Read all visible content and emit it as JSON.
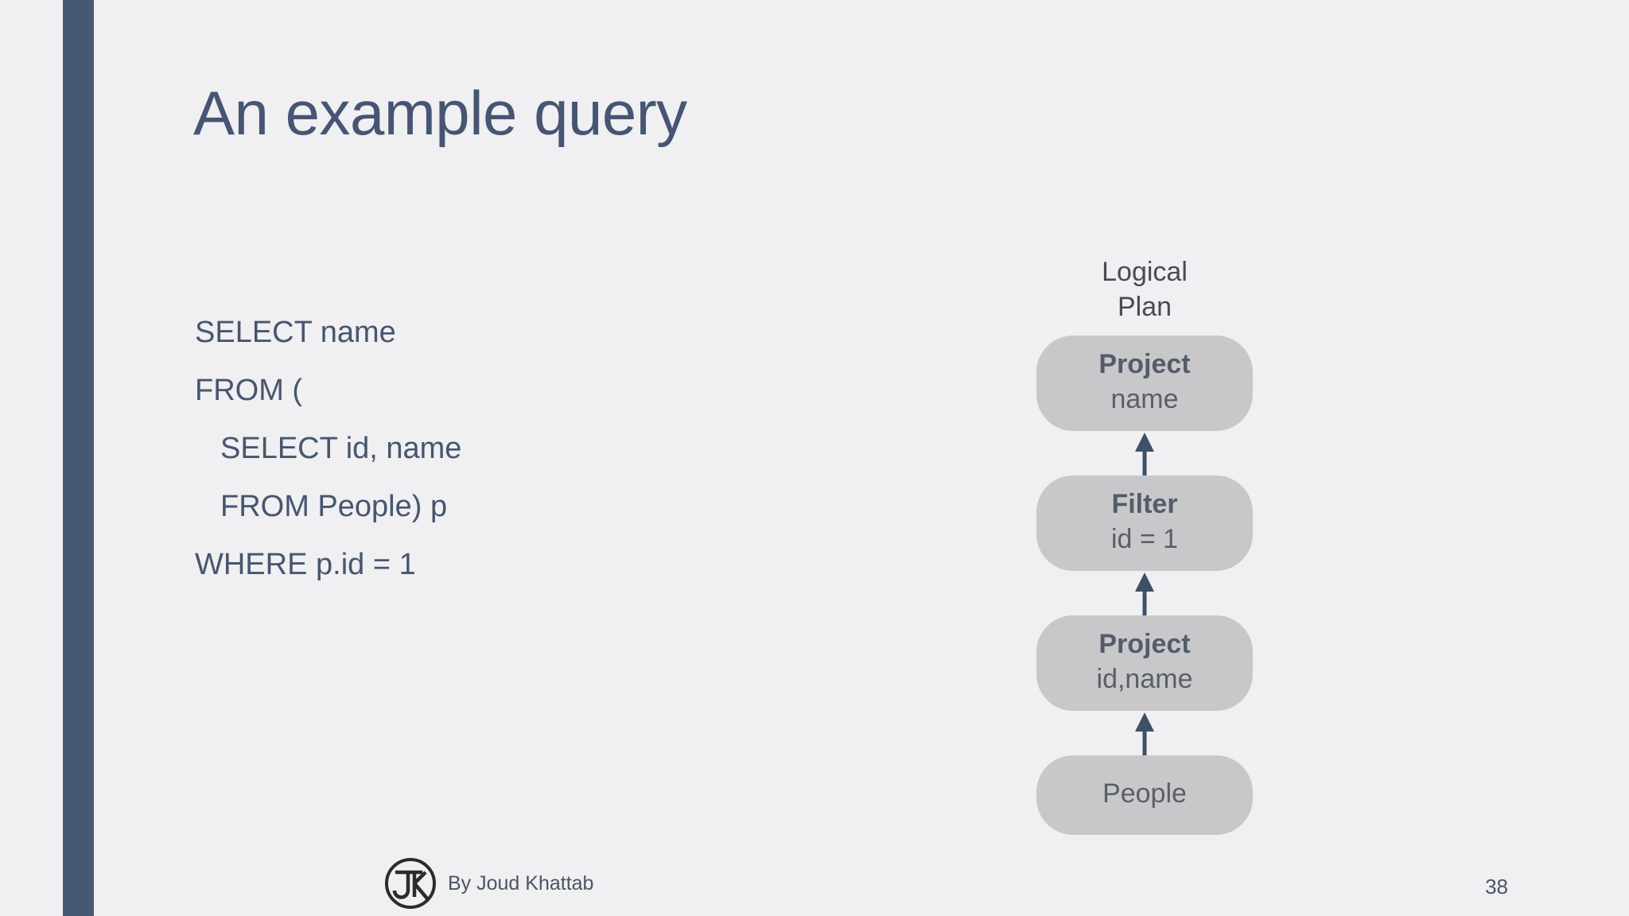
{
  "slide": {
    "title": "An example query",
    "page_number": "38",
    "background_color": "#f0eff1",
    "accent_color": "#475873",
    "text_color": "#47566f",
    "node_fill_color": "#c8c8cb",
    "arrow_color": "#3c5068"
  },
  "sql": {
    "lines": [
      {
        "text": "SELECT name",
        "indent": false
      },
      {
        "text": "FROM (",
        "indent": false
      },
      {
        "text": "SELECT id, name",
        "indent": true
      },
      {
        "text": "FROM People) p",
        "indent": true
      },
      {
        "text": "WHERE p.id = 1",
        "indent": false
      }
    ]
  },
  "plan": {
    "heading_line1": "Logical",
    "heading_line2": "Plan",
    "nodes": [
      {
        "title": "Project",
        "sub": "name"
      },
      {
        "title": "Filter",
        "sub": "id = 1"
      },
      {
        "title": "Project",
        "sub": "id,name"
      },
      {
        "plain": "People"
      }
    ]
  },
  "footer": {
    "credit": "By Joud Khattab",
    "logo_initials": "JK"
  }
}
